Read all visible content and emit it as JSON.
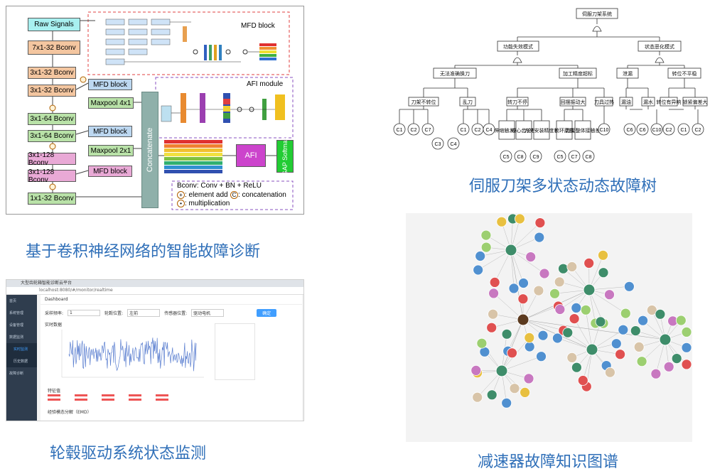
{
  "captions": {
    "cnn": "基于卷积神经网络的智能故障诊断",
    "fault_tree": "伺服刀架多状态动态故障树",
    "monitor": "轮毂驱动系统状态监测",
    "knowledge": "减速器故障知识图谱"
  },
  "cnn": {
    "raw_signals": "Raw Signals",
    "conv1": "7x1-32 Bconv",
    "conv2": "3x1-32 Bconv",
    "conv3": "3x1-32 Bconv",
    "conv4": "3x1-64 Bconv",
    "conv5": "3x1-64 Bconv",
    "conv6": "3x1-128 Bconv",
    "conv7": "3x1-128 Bconv",
    "conv8": "1x1-32 Bconv",
    "mfd1": "MFD block",
    "mfd2": "MFD block",
    "mfd3": "MFD block",
    "pool1": "Maxpool 4x1",
    "pool2": "Maxpool 2x1",
    "concat": "Concatenate",
    "afi": "AFI",
    "gap": "GAP Softmax",
    "mfd_title": "MFD block",
    "afi_title": "AFI module",
    "legend_bconv": "Bconv: Conv + BN + ReLU",
    "legend_add": ": element add",
    "legend_concat": ": concatenation",
    "legend_mult": ": multiplication",
    "sym_add": "+",
    "sym_concat": "C",
    "sym_mult": "•"
  },
  "tree": {
    "root": "伺服刀架系统",
    "l1_left": "功能失效模式",
    "l1_right": "状态恶化模式",
    "l2": [
      "无法准确换刀",
      "加工精度超标",
      "泄漏",
      "转位不平稳"
    ],
    "l3": [
      "刀架不转位",
      "乱刀",
      "转刀不停",
      "回摆振动大",
      "刀具过热",
      "漏油",
      "漏水",
      "转位有异响",
      "锁紧偏差大"
    ],
    "l4": [
      "伸缩触发器",
      "中心齿轮松",
      "刀夹安装精度差",
      "锁环磨损",
      "刀架整体接触差"
    ],
    "leaves": [
      "C1",
      "C2",
      "C7",
      "C3",
      "C4",
      "C1",
      "C2",
      "C4",
      "C5",
      "C8",
      "C9",
      "C5",
      "C7",
      "C8",
      "C10",
      "C6",
      "C6",
      "C10",
      "C2",
      "C1",
      "C2"
    ]
  },
  "dashboard": {
    "tab_title": "大型齿轮箱智能诊断云平台",
    "url": "localhost:8080/#/monitor/realtime",
    "breadcrumb": "Dashboard",
    "sidebar": [
      "首页",
      "系统管理",
      "设备管理",
      "数据监测",
      "实时监测",
      "历史数据",
      "故障诊断"
    ],
    "field1_label": "采样频率:",
    "field1_value": "1",
    "field2_label": "轮毂位置:",
    "field2_value": "左前",
    "field3_label": "传感器位置:",
    "field3_value": "驱动电机",
    "query_button": "确定",
    "chart_title": "实时数据",
    "features_title": "特征值",
    "emd_title": "经验模态分解（EMD）"
  },
  "colors": {
    "caption": "#2f6fb8",
    "conv_orange": "#f4c6a0",
    "conv_green": "#b9e2a8",
    "conv_pink": "#e9a9d6",
    "mfd_blue": "#bcd7f0",
    "concat": "#8fb0aa",
    "afi": "#cc44cc",
    "gap": "#22cc33"
  }
}
